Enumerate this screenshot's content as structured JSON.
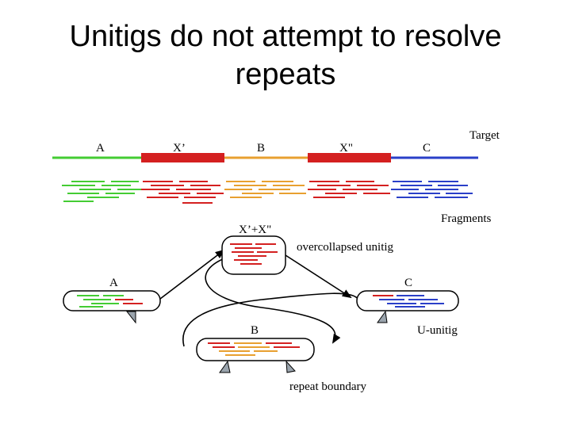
{
  "slide": {
    "title_line1": "Unitigs do not attempt to resolve",
    "title_line2": "repeats"
  },
  "diagram": {
    "target_label": "Target",
    "fragments_label": "Fragments",
    "segments": [
      {
        "label": "A",
        "color": "#44cc33"
      },
      {
        "label": "X’",
        "color": "#d42020"
      },
      {
        "label": "B",
        "color": "#e8a030"
      },
      {
        "label": "X\"",
        "color": "#d42020"
      },
      {
        "label": "C",
        "color": "#2a3fc8"
      }
    ],
    "nodes": {
      "a": "A",
      "x": "X’+X\"",
      "b": "B",
      "c": "C"
    },
    "overcollapsed_label": "overcollapsed unitig",
    "u_unitig_label": "U-unitig",
    "repeat_boundary_label": "repeat boundary",
    "colors": {
      "green": "#44cc33",
      "red": "#d42020",
      "orange": "#e8a030",
      "blue": "#2a3fc8"
    }
  }
}
